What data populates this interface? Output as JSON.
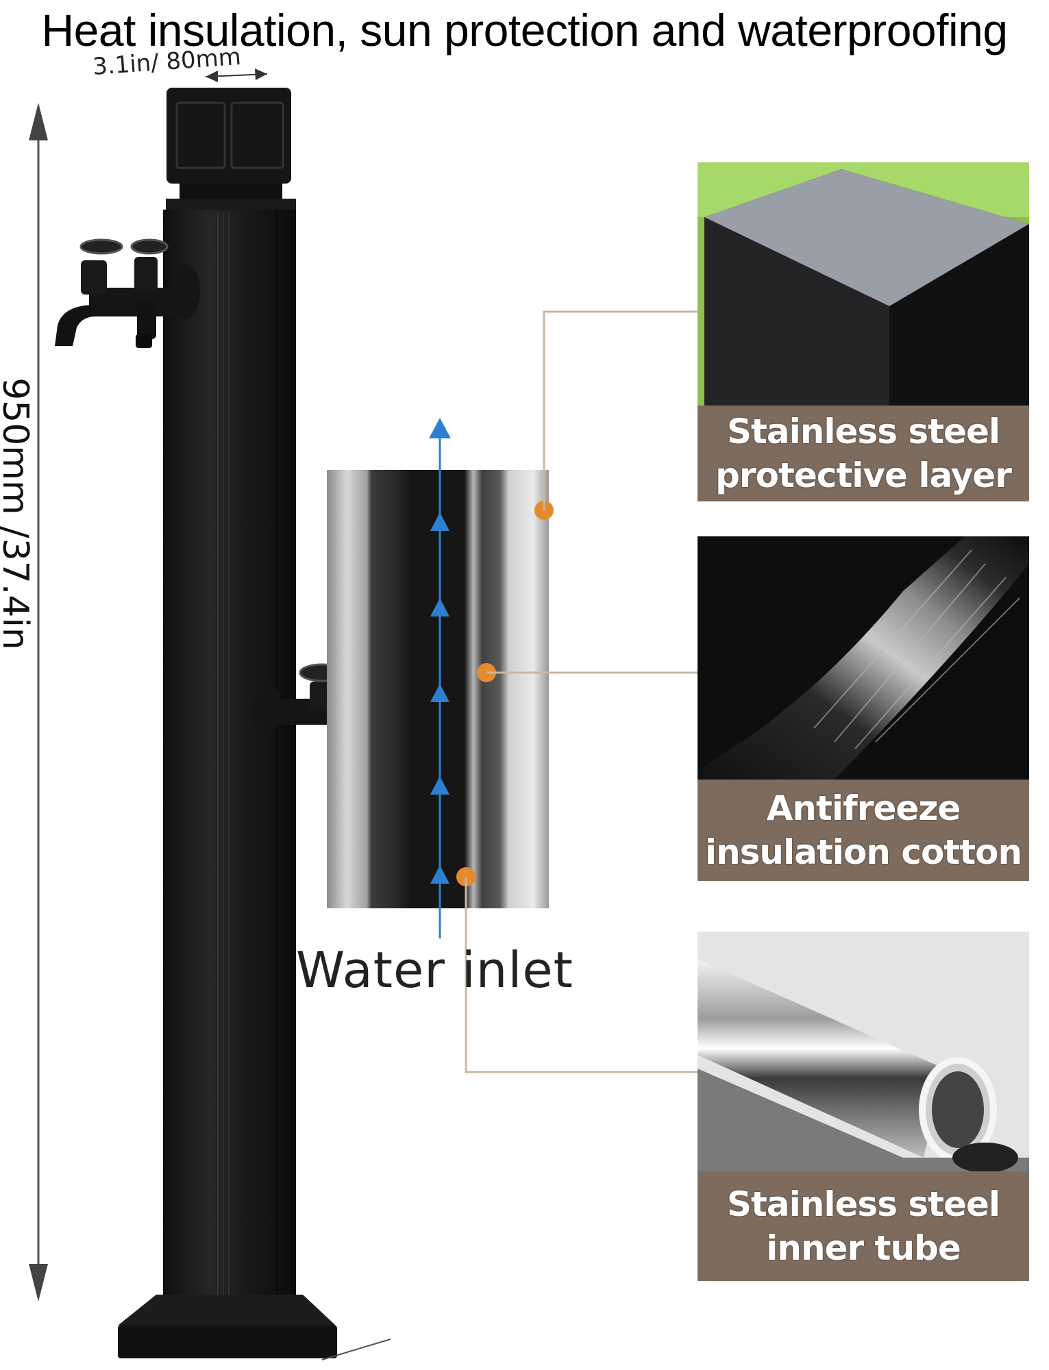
{
  "title": "Heat insulation, sun protection and waterproofing",
  "dimensions": {
    "width_label": "3.1in/ 80mm",
    "height_label": "950mm /37.4in"
  },
  "water_inlet_label": "Water inlet",
  "layers": [
    {
      "line1": "Stainless steel",
      "line2": "protective layer",
      "color": "#7d6b5d"
    },
    {
      "line1": "Antifreeze",
      "line2": "insulation cotton",
      "color": "#7d6b5d"
    },
    {
      "line1": "Stainless steel",
      "line2": "inner tube",
      "color": "#7d6b5d"
    }
  ],
  "colors": {
    "post": "#1c1c1c",
    "arrow": "#2f7fd0",
    "marker": "#e68a2e",
    "leader": "#c7b7a6"
  }
}
